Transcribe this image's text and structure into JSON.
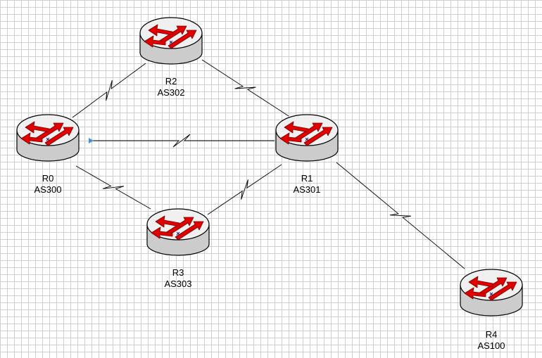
{
  "colors": {
    "router_body": "#cccccc",
    "router_top": "#f0f0f0",
    "arrow": "#e00000",
    "link": "#000000",
    "link_end_marker": "#4a90d9"
  },
  "icons": {
    "router": "router-icon"
  },
  "routers": [
    {
      "id": "R2",
      "name": "R2",
      "as": "AS302"
    },
    {
      "id": "R0",
      "name": "R0",
      "as": "AS300"
    },
    {
      "id": "R1",
      "name": "R1",
      "as": "AS301"
    },
    {
      "id": "R3",
      "name": "R3",
      "as": "AS303"
    },
    {
      "id": "R4",
      "name": "R4",
      "as": "AS100"
    }
  ],
  "links": [
    {
      "from": "R0",
      "to": "R2",
      "type": "serial"
    },
    {
      "from": "R2",
      "to": "R1",
      "type": "serial"
    },
    {
      "from": "R0",
      "to": "R1",
      "type": "serial"
    },
    {
      "from": "R0",
      "to": "R3",
      "type": "serial"
    },
    {
      "from": "R3",
      "to": "R1",
      "type": "serial"
    },
    {
      "from": "R1",
      "to": "R4",
      "type": "serial"
    }
  ]
}
